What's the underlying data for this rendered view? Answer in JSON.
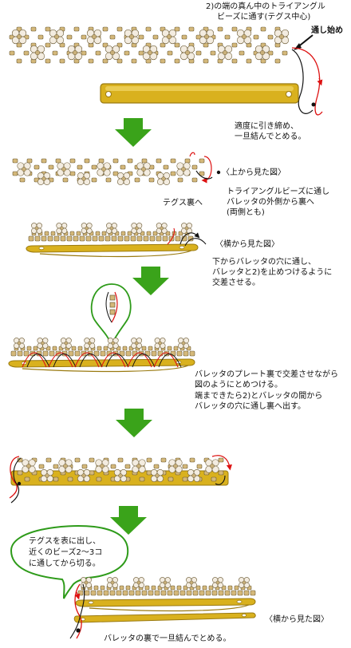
{
  "colors": {
    "bead_gold": "#d4b87a",
    "bead_light": "#e8d6a6",
    "bead_outline": "#6b5a34",
    "flower_petal": "#f3ece0",
    "flower_center": "#c9b07a",
    "barrette": "#d9b11e",
    "barrette_dark": "#9a7a10",
    "arrow_green": "#3aa31a",
    "thread_red": "#dd1111",
    "bubble_green": "#2e9b1a"
  },
  "step1": {
    "note": "2)の端の真ん中のトライアングル",
    "note2": "ビーズに通す(テグス中心)",
    "start": "通し始め",
    "tighten": "適度に引き締め、",
    "tighten2": "一旦結んでとめる。"
  },
  "step2": {
    "top_view": "〈上から見た図〉",
    "wire_back": "テグス裏へ",
    "desc1": "トライアングルビーズに通し",
    "desc2": "バレッタの外側から裏へ",
    "desc3": "(両側とも)"
  },
  "step3": {
    "side_view": "〈横から見た図〉",
    "desc1": "下からバレッタの穴に通し、",
    "desc2": "バレッタと2)を止めつけるように",
    "desc3": "交差させる。"
  },
  "step4": {
    "desc1": "バレッタのプレート裏で交差させながら",
    "desc2": "図のようにとめつける。",
    "desc3": "端まできたら2)とバレッタの間から",
    "desc4": "バレッタの穴に通し裏へ出す。"
  },
  "step6": {
    "bubble1": "テグスを表に出し、",
    "bubble2": "近くのビーズ2〜3コ",
    "bubble3": "に通してから切る。",
    "side_view": "〈横から見た図〉",
    "final": "バレッタの裏で一旦結んでとめる。"
  }
}
